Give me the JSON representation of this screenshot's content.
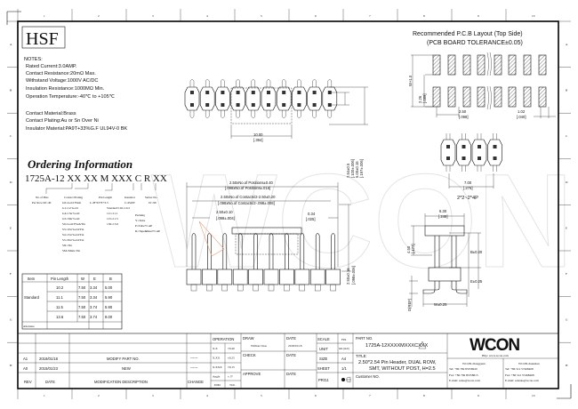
{
  "ruler": {
    "cols": [
      "1",
      "2",
      "3",
      "4",
      "5",
      "6",
      "7",
      "8",
      "9",
      "10"
    ],
    "rows": [
      "A",
      "B",
      "C",
      "D",
      "E",
      "F",
      "G",
      "H"
    ]
  },
  "logo_box": "HSF",
  "notes": {
    "title": "NOTES:",
    "lines": [
      "Rated Current:3.0AMP.",
      "Contact Resistance:20mΩ Max.",
      "Withstand Voltage:1000V AC/DC",
      "Insulation Resistance:1000MΩ Min.",
      "Operation Temperature:-40℃ to +105℃"
    ],
    "material": [
      "Contact Material:Brass",
      "Contact Plating:Au or Sn Over Ni",
      "Insulator Material:PA9T+33%G.F UL94V-0 BK"
    ]
  },
  "ordering": {
    "title": "Ordering Information",
    "code": "1725A-12 XX XX M XXX C R XX",
    "no_of_pins": [
      "No.of Pins",
      "Per Row:02~40"
    ],
    "contact_plating": [
      "Contact Plating",
      "G0=Gold Flash",
      "G1=1u\"Gold",
      "G4=15u\"Gold",
      "G5=30u\"Gold",
      "S0=Gold Flash/Tin",
      "S3=10u\"Gold/Tin",
      "S4=15u\"Gold/Tin",
      "S5=30u\"Gold/Tin",
      "SN=Tin",
      "SM=Matte Tin"
    ],
    "pin_length": [
      "Pin Length",
      "L=B+D+E+2.5",
      "Standard:102=10.2",
      "111=11.1",
      "115=11.5",
      "136=13.6"
    ],
    "insulator": [
      "Insulator",
      "C=PA9T"
    ],
    "series": [
      "Series No.",
      "01~99"
    ],
    "packing": [
      "Packing",
      "Y=Tube",
      "P=Tube+CAP",
      "R=Tape&Reel+CAP"
    ]
  },
  "pin_table": {
    "headers": [
      "Item",
      "Pin Length",
      "W",
      "E",
      "B"
    ],
    "group": "Standard",
    "rows": [
      [
        "10.2",
        "7.50",
        "3.34",
        "5.00"
      ],
      [
        "11.1",
        "7.50",
        "3.34",
        "5.90"
      ],
      [
        "11.5",
        "7.50",
        "3.74",
        "5.90"
      ],
      [
        "13.6",
        "7.50",
        "3.74",
        "8.00"
      ]
    ],
    "alternate": "Alternate"
  },
  "dims": {
    "top_w": "10.00",
    "top_w_in": "[.394]",
    "h1": "2.54±0.5",
    "h1_in": "[.100±.006]",
    "h2": "5.00±0.15",
    "h2_in": "[.197±.006]",
    "overall": "2.50xNo.of Positions±0.40",
    "overall_in": "[.098xNo.of Positions±.016]",
    "contacts": "2.50xNo.of Contacts/2-2.50±0.20",
    "contacts_in": "[.098xNo.of Contacts/2-.098±.008]",
    "pitch": "2.50±0.10",
    "pitch_in": "[.098±.004]",
    "pin_w": "0.34",
    "pin_w_in": "[.025]",
    "standoff": "2.50±0.15",
    "standoff_in": "[.098±.006]",
    "small_w": "7.00",
    "small_w_in": "[.276]",
    "small_label": "2*2~2*4P",
    "side_w": "6.30",
    "side_w_in": "[.248]",
    "side_h": "4.50",
    "side_h_in": "[.177]",
    "b": "B±0.20",
    "e": "E±0.25",
    "w": "W±0.25",
    "d": "D(REF)"
  },
  "pcb": {
    "title": "Recommended P.C.B Layout (Top Side)",
    "subtitle": "(PCB BOARD TOLERANCE±0.05)",
    "w": "W+1.0",
    "row": "2.26",
    "row_in": "[.089]",
    "pitch": "2.50",
    "pitch_in": "[.098]",
    "pad": "1.02",
    "pad_in": "[.040]"
  },
  "title_block": {
    "revisions": [
      {
        "rev": "A1",
        "date": "2018/01/18",
        "desc": "MODIFY PART NO.",
        "change": "------"
      },
      {
        "rev": "A0",
        "date": "2015/01/23",
        "desc": "NEW",
        "change": "------"
      }
    ],
    "rev_headers": [
      "REV",
      "DATE",
      "MODIFICATION DESCRIPTION",
      "CHANGE"
    ],
    "operation": "OPERATION",
    "tol": [
      [
        "X.X",
        "±0.40"
      ],
      [
        "X.XX",
        "±0.25"
      ],
      [
        "X.XXX",
        "±0.15"
      ],
      [
        "Angle",
        "± 3°"
      ]
    ],
    "tol_headers": [
      "DIM",
      "TOL"
    ],
    "draw": "DRAW",
    "drawer": "Willion Chas",
    "check": "CHECK",
    "approve": "APPROVE",
    "date_label": "DATE",
    "draw_date": "2018/01/18",
    "scale": "SCALE",
    "scale_val": "FIX",
    "unit": "UNIT",
    "unit_val": "mm [inch]",
    "size": "SIZE",
    "size_val": "A4",
    "sheet": "SHEET",
    "sheet_val": "1/1",
    "proj": "PROJ.",
    "part_no_label": "PART NO.",
    "part_no": "1725A-12XXXXMXXXCXXX",
    "title_label": "TITLE:",
    "title_1": "2.50*2.54 Pin Header, DUAL ROW,",
    "title_2": "SMT, WITHOUT POST, H=2.5",
    "customer": "Customer NO.",
    "brand": "WCON",
    "http": "Http: www.wcon.com",
    "dg": [
      "WCON-Dongguan",
      "Tel: +86 769 85358920",
      "Fax: +86 769 85358815",
      "E-mail: sales@wcon.com"
    ],
    "ks": [
      "WCON-Kunshan",
      "Tel: +86 512 57468408",
      "Fax: +86 512 57468468",
      "E-mail: salesks@wcon.com"
    ]
  }
}
